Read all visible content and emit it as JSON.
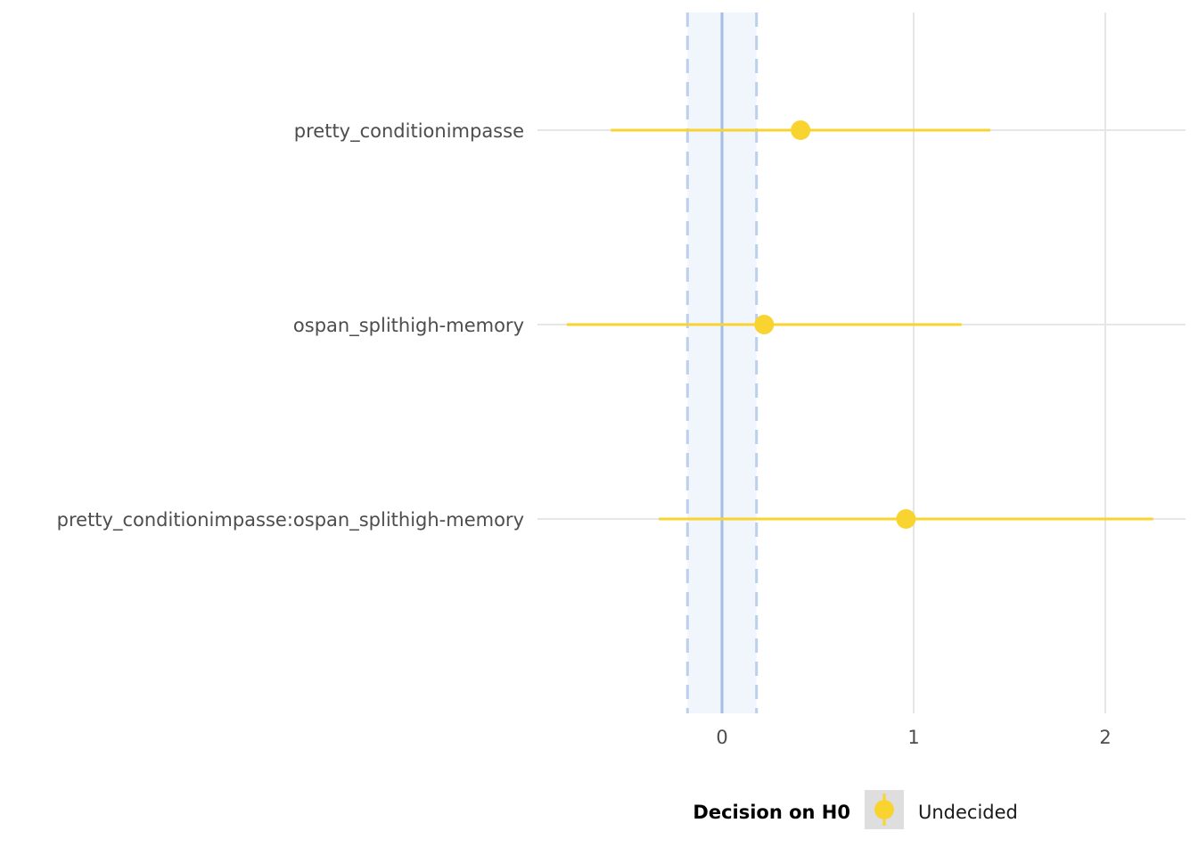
{
  "colors": {
    "point": "#f9d431",
    "rope_fill": "#eef3fb",
    "rope_line": "#bcd0ee",
    "zero_line": "#a3bde5",
    "grid": "#e6e6e6",
    "legend_key_bg": "#dedede"
  },
  "chart_data": {
    "type": "scatter",
    "orientation": "horizontal",
    "categories": [
      "pretty_conditionimpasse",
      "ospan_splithigh-memory",
      "pretty_conditionimpasse:ospan_splithigh-memory"
    ],
    "series": [
      {
        "name": "Undecided",
        "estimates": [
          0.41,
          0.22,
          0.96
        ],
        "ci_low": [
          -0.58,
          -0.81,
          -0.33
        ],
        "ci_high": [
          1.4,
          1.25,
          2.25
        ]
      }
    ],
    "rope": [
      -0.18,
      0.18
    ],
    "reference_line": 0,
    "x_ticks": [
      0,
      1,
      2
    ],
    "xlim": [
      -0.96,
      2.4
    ],
    "grid": true,
    "legend": {
      "title": "Decision on H0",
      "placement": "bottom",
      "entries": [
        "Undecided"
      ]
    }
  }
}
